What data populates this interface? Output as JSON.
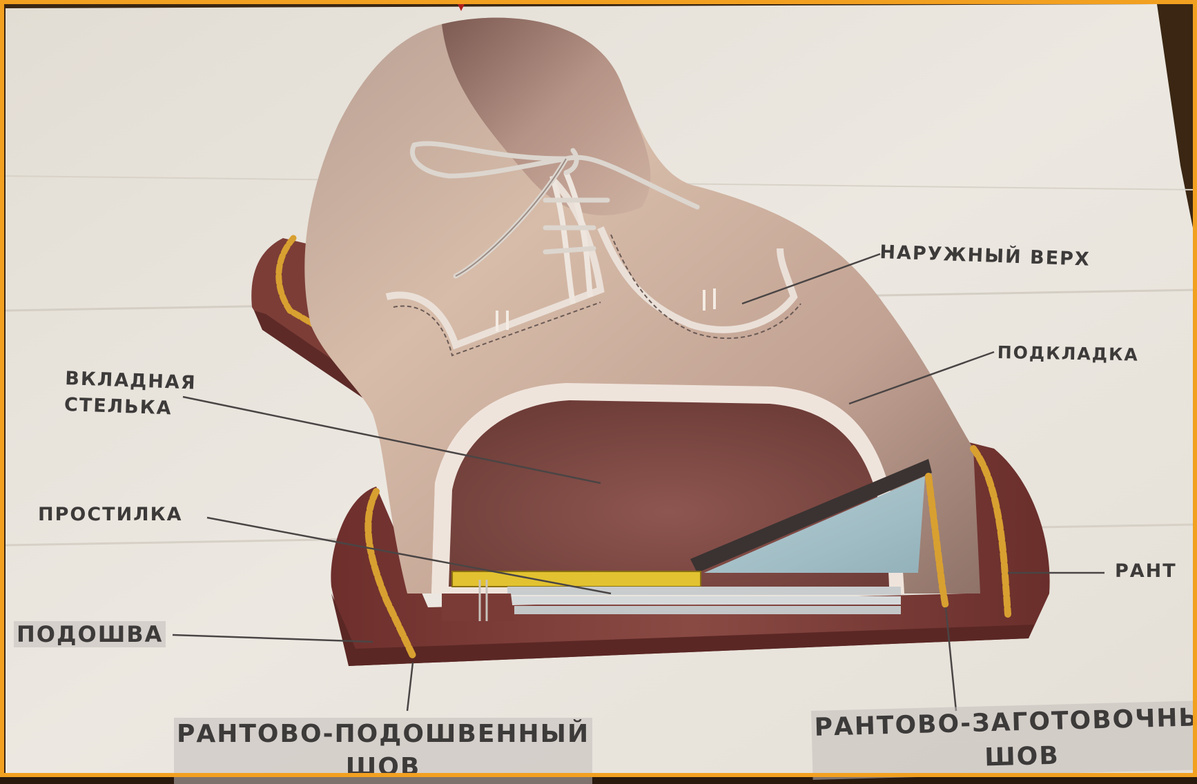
{
  "labels": {
    "outer_upper": "НАРУЖНЫЙ ВЕРХ",
    "lining": "ПОДКЛАДКА",
    "insole_line1": "ВКЛАДНАЯ",
    "insole_line2": "СТЕЛЬКА",
    "filler": "ПРОСТИЛКА",
    "welt": "РАНТ",
    "outsole": "ПОДОШВА",
    "welt_sole_seam_line1": "РАНТОВО-ПОДОШВЕННЫЙ",
    "welt_sole_seam_line2": "ШОВ",
    "welt_upper_seam_line1": "РАНТОВО-ЗАГОТОВОЧНЫЙ",
    "welt_upper_seam_line2": "ШОВ"
  },
  "colors": {
    "paper": "#e9e4dc",
    "leather_upper": "#c9ab98",
    "leather_dark": "#6e4a44",
    "sole": "#7a3b36",
    "insole_lining": "#7d4840",
    "stitch": "#d8a030",
    "filler_blue": "#a9c3cc",
    "yellow_layer": "#e2c230",
    "frame": "#f2a020"
  }
}
